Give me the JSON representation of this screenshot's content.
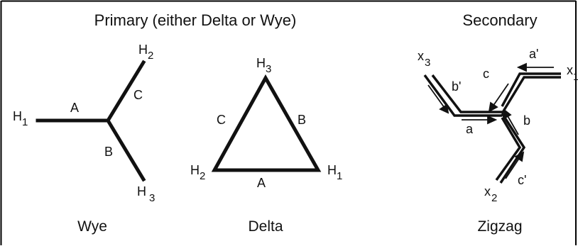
{
  "header": {
    "primary_title": "Primary (either Delta or Wye)",
    "secondary_title": "Secondary"
  },
  "wye": {
    "caption": "Wye",
    "terminals": {
      "h1": {
        "base": "H",
        "sub": "1"
      },
      "h2": {
        "base": "H",
        "sub": "2"
      },
      "h3": {
        "base": "H",
        "sub": "3"
      }
    },
    "windings": [
      "A",
      "B",
      "C"
    ]
  },
  "delta": {
    "caption": "Delta",
    "terminals": {
      "h1": {
        "base": "H",
        "sub": "1"
      },
      "h2": {
        "base": "H",
        "sub": "2"
      },
      "h3": {
        "base": "H",
        "sub": "3"
      }
    },
    "windings": [
      "A",
      "B",
      "C"
    ]
  },
  "zigzag": {
    "caption": "Zigzag",
    "terminals": {
      "x1": {
        "base": "x",
        "sub": "1"
      },
      "x2": {
        "base": "x",
        "sub": "2"
      },
      "x3": {
        "base": "x",
        "sub": "3"
      }
    },
    "windings": [
      "a",
      "b",
      "c",
      "a'",
      "b'",
      "c'"
    ]
  },
  "colors": {
    "line": "#111111",
    "frame": "#000000",
    "background": "#ffffff"
  }
}
